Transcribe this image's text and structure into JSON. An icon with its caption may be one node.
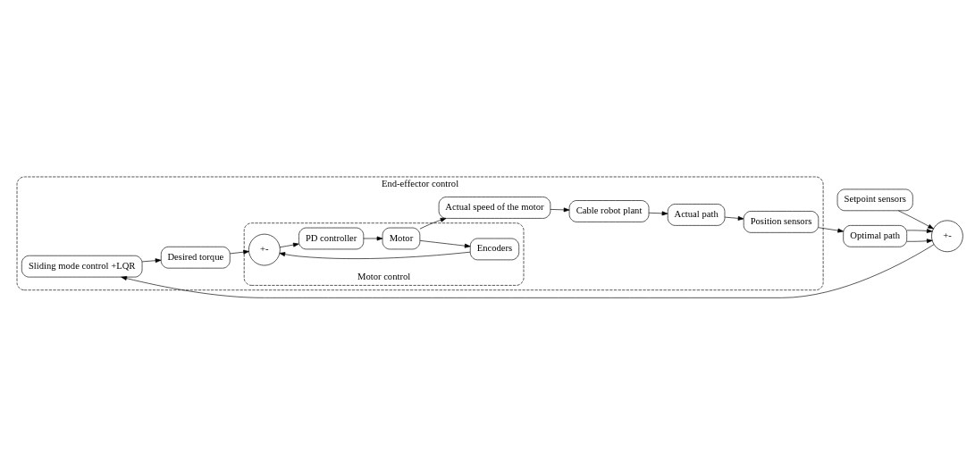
{
  "diagram": {
    "nodes": [
      {
        "text": [
          "Setpoint sensors"
        ]
      },
      {
        "text": [
          "+-"
        ]
      },
      {
        "text": [
          "End-effector control"
        ]
      },
      {
        "text": [
          "Sliding mode control +LQR"
        ],
        "in": 2
      },
      {
        "text": [
          "Desired torque"
        ],
        "in": 2
      },
      {
        "text": [
          "Motor control"
        ],
        "in": 2
      },
      {
        "text": [
          "+-"
        ],
        "in": 5
      },
      {
        "text": [
          "PD controller"
        ],
        "in": 5
      },
      {
        "text": [
          "Motor"
        ],
        "in": 5
      },
      {
        "text": [
          "Encoders"
        ],
        "in": 5
      },
      {
        "text": [
          "Optimal path"
        ]
      },
      {
        "text": [
          "Actual speed of the motor"
        ],
        "in": 2
      },
      {
        "text": [
          "Cable robot plant"
        ],
        "in": 2
      },
      {
        "text": [
          "Actual path"
        ],
        "in": 2
      },
      {
        "text": [
          "Position sensors"
        ],
        "in": 2
      }
    ],
    "edges": [
      {
        "from": 0,
        "to": 1,
        "arrow": "to"
      },
      {
        "from": 1,
        "to": 3,
        "arrow": "to"
      },
      {
        "from": 3,
        "to": 4,
        "arrow": "to"
      },
      {
        "from": 4,
        "to": 6,
        "arrow": "to"
      },
      {
        "from": 6,
        "to": 7,
        "arrow": "to"
      },
      {
        "from": 7,
        "to": 8,
        "arrow": "to"
      },
      {
        "from": 8,
        "to": 9,
        "arrow": "to"
      },
      {
        "from": 9,
        "to": 6,
        "arrow": "to"
      },
      {
        "from": 8,
        "to": 11,
        "arrow": "to"
      },
      {
        "from": 11,
        "to": 12,
        "arrow": "to"
      },
      {
        "from": 12,
        "to": 13,
        "arrow": "to"
      },
      {
        "from": 13,
        "to": 14,
        "arrow": "to"
      },
      {
        "from": 14,
        "to": 10,
        "arrow": "to"
      },
      {
        "from": 10,
        "to": 1,
        "arrow": "to"
      },
      {
        "from": 10,
        "to": 1,
        "arrow": "to"
      }
    ]
  }
}
